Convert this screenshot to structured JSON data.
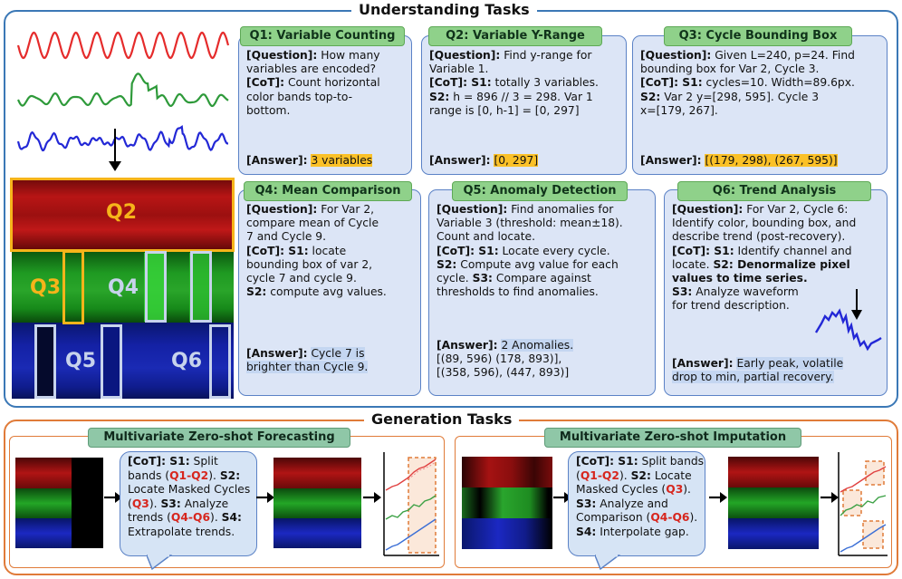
{
  "understanding": {
    "title": "Understanding Tasks",
    "heatmap_labels": [
      "Q2",
      "Q3",
      "Q4",
      "Q5",
      "Q6"
    ],
    "cards": [
      {
        "id": "q1",
        "title": "Q1: Variable Counting",
        "lines": [
          {
            "b": "[Question]:",
            "t": " How many"
          },
          {
            "t": "variables are encoded?"
          },
          {
            "b": "[CoT]:",
            "t": " Count horizontal"
          },
          {
            "t": "color bands top-to-"
          },
          {
            "t": "bottom."
          }
        ],
        "answer_label": "[Answer]:",
        "answer_value": "3 variables"
      },
      {
        "id": "q2",
        "title": "Q2: Variable Y-Range",
        "lines": [
          {
            "b": "[Question]:",
            "t": " Find y-range for"
          },
          {
            "t": "Variable 1."
          },
          {
            "b": "[CoT]: S1:",
            "t": " totally 3 variables."
          },
          {
            "b": "S2:",
            "t": " h = 896 // 3 = 298. Var 1"
          },
          {
            "t": "range is [0, h-1] = [0, 297]"
          }
        ],
        "answer_label": "[Answer]:",
        "answer_value": "[0, 297]"
      },
      {
        "id": "q3",
        "title": "Q3: Cycle Bounding Box",
        "lines": [
          {
            "b": "[Question]:",
            "t": " Given L=240, p=24. Find"
          },
          {
            "t": "bounding box for Var 2, Cycle 3."
          },
          {
            "b": "[CoT]: S1:",
            "t": " cycles=10. Width=89.6px."
          },
          {
            "b": "S2:",
            "t": " Var 2 y=[298, 595]. Cycle 3"
          },
          {
            "t": "x=[179, 267]."
          }
        ],
        "answer_label": "[Answer]:",
        "answer_value": "[(179, 298), (267, 595)]"
      },
      {
        "id": "q4",
        "title": "Q4: Mean Comparison",
        "lines": [
          {
            "b": "[Question]:",
            "t": " For Var 2,"
          },
          {
            "t": "compare mean of Cycle"
          },
          {
            "t": "7 and Cycle 9."
          },
          {
            "b": "[CoT]: S1:",
            "t": " locate"
          },
          {
            "t": "bounding box of var 2,"
          },
          {
            "t": "cycle 7 and cycle 9."
          },
          {
            "b": "S2:",
            "t": " compute avg values."
          }
        ],
        "answer_label": "[Answer]:",
        "answer_value": "Cycle 7 is",
        "answer_value2": "brighter than Cycle 9."
      },
      {
        "id": "q5",
        "title": "Q5: Anomaly Detection",
        "lines": [
          {
            "b": "[Question]:",
            "t": " Find anomalies for"
          },
          {
            "t": "Variable 3 (threshold: mean±18)."
          },
          {
            "t": "Count and locate."
          },
          {
            "b": "[CoT]: S1:",
            "t": " Locate every cycle."
          },
          {
            "b": "S2:",
            "t": " Compute avg value for each"
          },
          {
            "t": "cycle. ",
            "b2": "S3:",
            "t2": " Compare against"
          },
          {
            "t": "thresholds to find anomalies."
          }
        ],
        "answer_label": "[Answer]:",
        "answer_value": "2 Anomalies.",
        "answer_extra": [
          "[(89, 596) (178, 893)],",
          "[(358, 596), (447, 893)]"
        ]
      },
      {
        "id": "q6",
        "title": "Q6: Trend Analysis",
        "lines": [
          {
            "b": "[Question]:",
            "t": " For Var 2, Cycle 6:"
          },
          {
            "t": "Identify color, bounding box, and"
          },
          {
            "t": "describe trend (post-recovery)."
          },
          {
            "b": "[CoT]: S1:",
            "t": " Identify channel and"
          },
          {
            "t": "locate.   ",
            "b2": "S2: Denormalize pixel"
          },
          {
            "b": "values to time series."
          },
          {
            "b": "S3:",
            "t": " Analyze waveform"
          },
          {
            "t": "for trend description."
          }
        ],
        "answer_label": "[Answer]:",
        "answer_value": "Early peak, volatile",
        "answer_value2": "drop to min, partial recovery."
      }
    ]
  },
  "generation": {
    "title": "Generation Tasks",
    "forecast": {
      "title": "Multivariate Zero-shot Forecasting",
      "lines": [
        [
          {
            "b": "[CoT]: S1:"
          },
          {
            "t": " Split"
          }
        ],
        [
          {
            "t": "bands ("
          },
          {
            "r": "Q1-Q2"
          },
          {
            "t": "). "
          },
          {
            "b": "S2:"
          }
        ],
        [
          {
            "t": "Locate Masked Cycles"
          }
        ],
        [
          {
            "t": "("
          },
          {
            "r": "Q3"
          },
          {
            "t": ").  "
          },
          {
            "b": "S3:"
          },
          {
            "t": " Analyze"
          }
        ],
        [
          {
            "t": "trends ("
          },
          {
            "r": "Q4-Q6"
          },
          {
            "t": ").  "
          },
          {
            "b": "S4:"
          }
        ],
        [
          {
            "t": "Extrapolate trends."
          }
        ]
      ]
    },
    "imputation": {
      "title": "Multivariate Zero-shot Imputation",
      "lines": [
        [
          {
            "b": "[CoT]: S1:"
          },
          {
            "t": " Split bands"
          }
        ],
        [
          {
            "t": "("
          },
          {
            "r": "Q1-Q2"
          },
          {
            "t": ").  "
          },
          {
            "b": "S2:"
          },
          {
            "t": " Locate"
          }
        ],
        [
          {
            "t": "Masked Cycles ("
          },
          {
            "r": "Q3"
          },
          {
            "t": ")."
          }
        ],
        [
          {
            "b": "S3:"
          },
          {
            "t": " Analyze and"
          }
        ],
        [
          {
            "t": "Comparison ("
          },
          {
            "r": "Q4-Q6"
          },
          {
            "t": ")."
          }
        ],
        [
          {
            "b": "S4:"
          },
          {
            "t": " Interpolate gap."
          }
        ]
      ]
    }
  },
  "colors": {
    "understanding_border": "#3b78b6",
    "generation_border": "#e07b39",
    "highlight": "#fbc128",
    "accent_red": "#d7261e",
    "card_bg": "#dce5f6",
    "tab_green": "#8fd18a"
  }
}
